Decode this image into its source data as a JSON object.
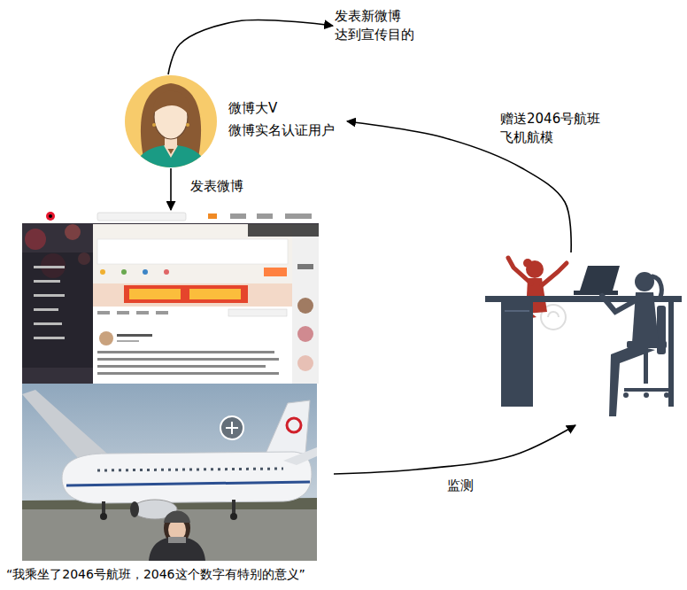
{
  "diagram": {
    "nodes": [
      {
        "text": [
          "发表新微博 达到宣传目的"
        ]
      },
      {
        "text": [
          "微博大V 微博实名认证用户"
        ]
      },
      {
        "text": [
          "“我乘坐了2046号航班，2046这个数字有特别的意义”"
        ]
      },
      {
        "text": []
      }
    ],
    "edges": [
      {
        "from": 1,
        "to": 0,
        "arrow": "to"
      },
      {
        "from": 1,
        "to": 2,
        "label": "发表微博",
        "arrow": "to"
      },
      {
        "from": 2,
        "to": 3,
        "label": "监测",
        "arrow": "to"
      },
      {
        "from": 3,
        "to": 1,
        "label": "赠送2046号航班 飞机航模",
        "arrow": "to"
      }
    ]
  }
}
